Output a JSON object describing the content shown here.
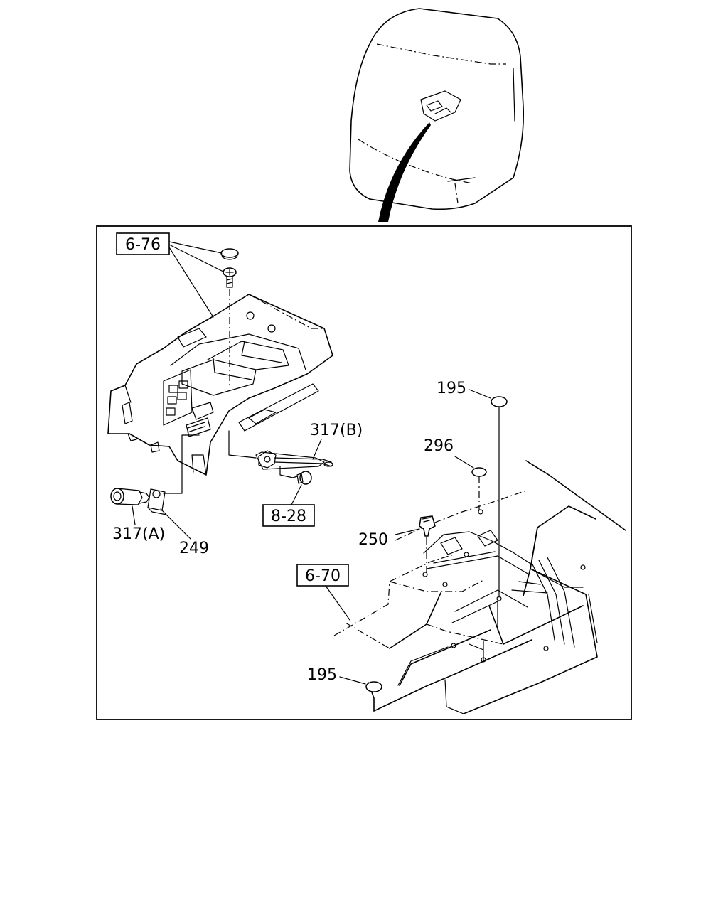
{
  "callouts": {
    "ref_6_76": "6-76",
    "ref_8_28": "8-28",
    "ref_6_70": "6-70",
    "p317b": "317(B)",
    "p317a": "317(A)",
    "p249": "249",
    "p195_top": "195",
    "p296": "296",
    "p250": "250",
    "p195_bottom": "195"
  }
}
